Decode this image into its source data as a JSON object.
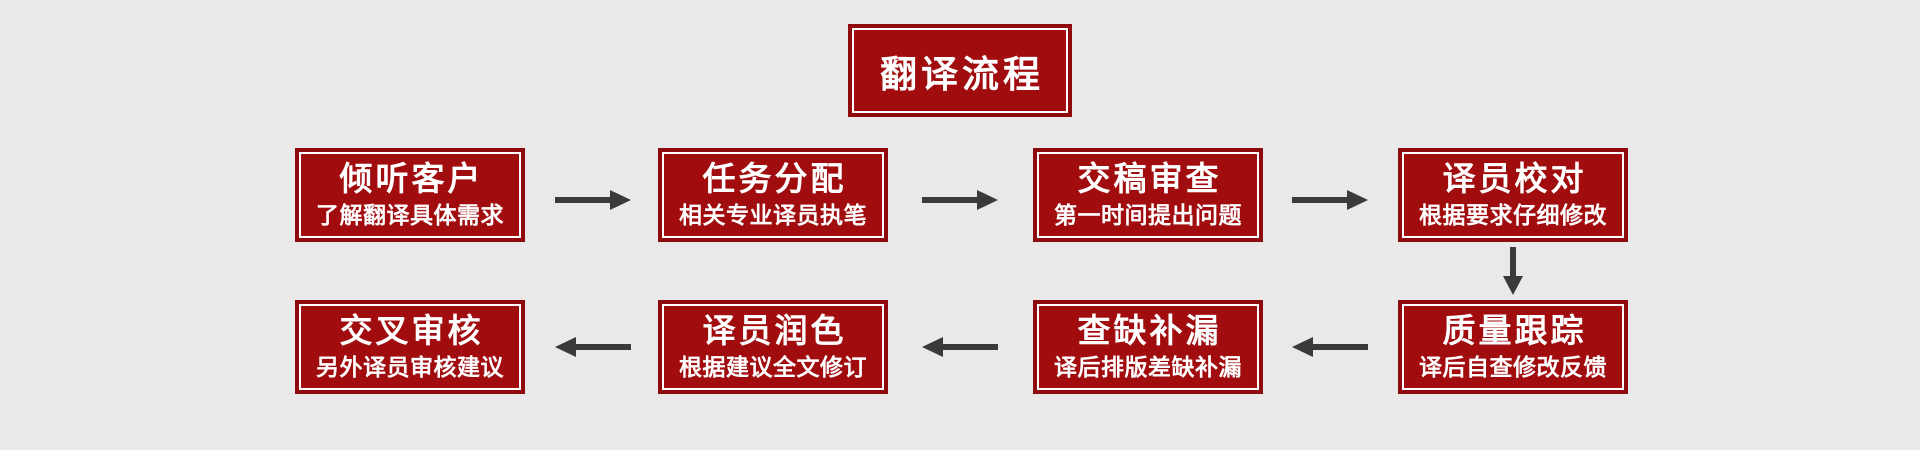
{
  "page": {
    "background": "#e9e9e9"
  },
  "colors": {
    "box_fill": "#a10c0f",
    "box_border": "#8e0a0c",
    "inner_line": "#ffffff",
    "text": "#ffffff",
    "arrow": "#3a3a3a"
  },
  "title": {
    "label": "翻译流程"
  },
  "flow": {
    "steps": [
      {
        "title": "倾听客户",
        "subtitle": "了解翻译具体需求"
      },
      {
        "title": "任务分配",
        "subtitle": "相关专业译员执笔"
      },
      {
        "title": "交稿审查",
        "subtitle": "第一时间提出问题"
      },
      {
        "title": "译员校对",
        "subtitle": "根据要求仔细修改"
      },
      {
        "title": "质量跟踪",
        "subtitle": "译后自查修改反馈"
      },
      {
        "title": "查缺补漏",
        "subtitle": "译后排版差缺补漏"
      },
      {
        "title": "译员润色",
        "subtitle": "根据建议全文修订"
      },
      {
        "title": "交叉审核",
        "subtitle": "另外译员审核建议"
      }
    ]
  }
}
